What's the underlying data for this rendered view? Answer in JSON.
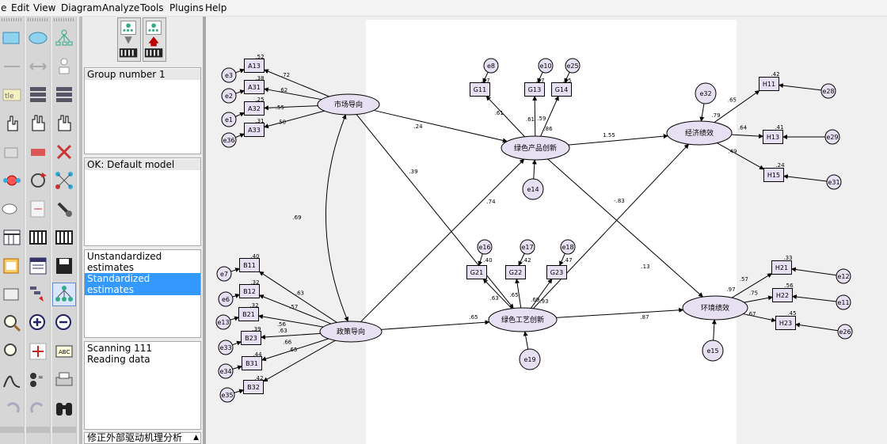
{
  "menu": [
    "e",
    "Edit",
    "View",
    "Diagram",
    "Analyze",
    "Tools",
    "Plugins",
    "Help"
  ],
  "panel": {
    "groups": "Group number 1",
    "models": "OK: Default model",
    "estimates": [
      "Unstandardized estimates",
      "Standardized estimates"
    ],
    "status": [
      "Scanning 111",
      "Reading data"
    ],
    "file": "修正外部驱动机理分析"
  },
  "toolbar_icons": [
    "rectangle-icon",
    "ellipse-icon",
    "indicator-icon",
    "label-icon",
    "double-arrow-icon",
    "unique-variable-icon",
    "title-icon",
    "list-variables-icon",
    "list-data-variables-icon",
    "select-one-icon",
    "select-all-icon",
    "deselect-all-icon",
    "duplicate-icon",
    "move-icon",
    "erase-icon",
    "change-shape-icon",
    "rotate-icon",
    "reflect-icon",
    "move-parameters-icon",
    "scroll-icon",
    "touch-up-icon",
    "data-files-icon",
    "analysis-properties-icon",
    "calculate-estimates-icon",
    "copy-diagram-icon",
    "text-output-icon",
    "save-icon",
    "object-properties-icon",
    "drag-properties-icon",
    "preserve-symmetry-icon",
    "zoom-area-icon",
    "zoom-in-icon",
    "zoom-out-icon",
    "zoom-page-icon",
    "fit-page-icon",
    "loupe-icon",
    "bayesian-icon",
    "multiple-group-icon",
    "print-icon",
    "undo-icon",
    "redo-icon",
    "specification-search-icon"
  ],
  "diagram": {
    "latents": [
      {
        "id": "shichang",
        "label": "市场导向"
      },
      {
        "id": "zhengce",
        "label": "政策导向"
      },
      {
        "id": "lvsecp",
        "label": "绿色产品创新"
      },
      {
        "id": "lvsegy",
        "label": "绿色工艺创新"
      },
      {
        "id": "jingji",
        "label": "经济绩效"
      },
      {
        "id": "huanjing",
        "label": "环境绩效"
      }
    ],
    "observed": [
      {
        "label": "A13",
        "r2": ".52"
      },
      {
        "label": "A31",
        "r2": ".38"
      },
      {
        "label": "A32",
        "r2": ".25"
      },
      {
        "label": "A33",
        "r2": ".31"
      },
      {
        "label": "B11",
        "r2": ".40"
      },
      {
        "label": "B12",
        "r2": ".32"
      },
      {
        "label": "B21",
        "r2": ".32"
      },
      {
        "label": "B23",
        "r2": ".39"
      },
      {
        "label": "B31",
        "r2": ".44"
      },
      {
        "label": "B32",
        "r2": ".42"
      },
      {
        "label": "G11",
        "r2": ".37"
      },
      {
        "label": "G13",
        "r2": ".37"
      },
      {
        "label": "G14",
        "r2": ".35"
      },
      {
        "label": "G21",
        "r2": ".40"
      },
      {
        "label": "G22",
        "r2": ".42"
      },
      {
        "label": "G23",
        "r2": ".47"
      },
      {
        "label": "H11",
        "r2": ".42"
      },
      {
        "label": "H13",
        "r2": ".41"
      },
      {
        "label": "H15",
        "r2": ".24"
      },
      {
        "label": "H21",
        "r2": ".33"
      },
      {
        "label": "H22",
        "r2": ".56"
      },
      {
        "label": "H23",
        "r2": ".45"
      }
    ],
    "errors": [
      "e3",
      "e2",
      "e1",
      "e36",
      "e7",
      "e6",
      "e13",
      "e33",
      "e34",
      "e35",
      "e8",
      "e10",
      "e25",
      "e16",
      "e17",
      "e18",
      "e28",
      "e29",
      "e31",
      "e12",
      "e11",
      "e26",
      "e14",
      "e19",
      "e32",
      "e15"
    ],
    "loadings": [
      ".72",
      ".62",
      ".55",
      ".50",
      ".63",
      ".57",
      ".56",
      ".63",
      ".66",
      ".65",
      ".61",
      ".61",
      ".59",
      ".63",
      ".65",
      ".69",
      ".65",
      ".64",
      ".49",
      ".57",
      ".75",
      ".67"
    ],
    "paths": [
      ".24",
      ".39",
      ".74",
      ".65",
      "1.55",
      "-.83",
      ".13",
      ".87",
      ".86",
      ".93"
    ],
    "covariance": ".69",
    "latent_r2": [
      ".79",
      ".97"
    ]
  }
}
